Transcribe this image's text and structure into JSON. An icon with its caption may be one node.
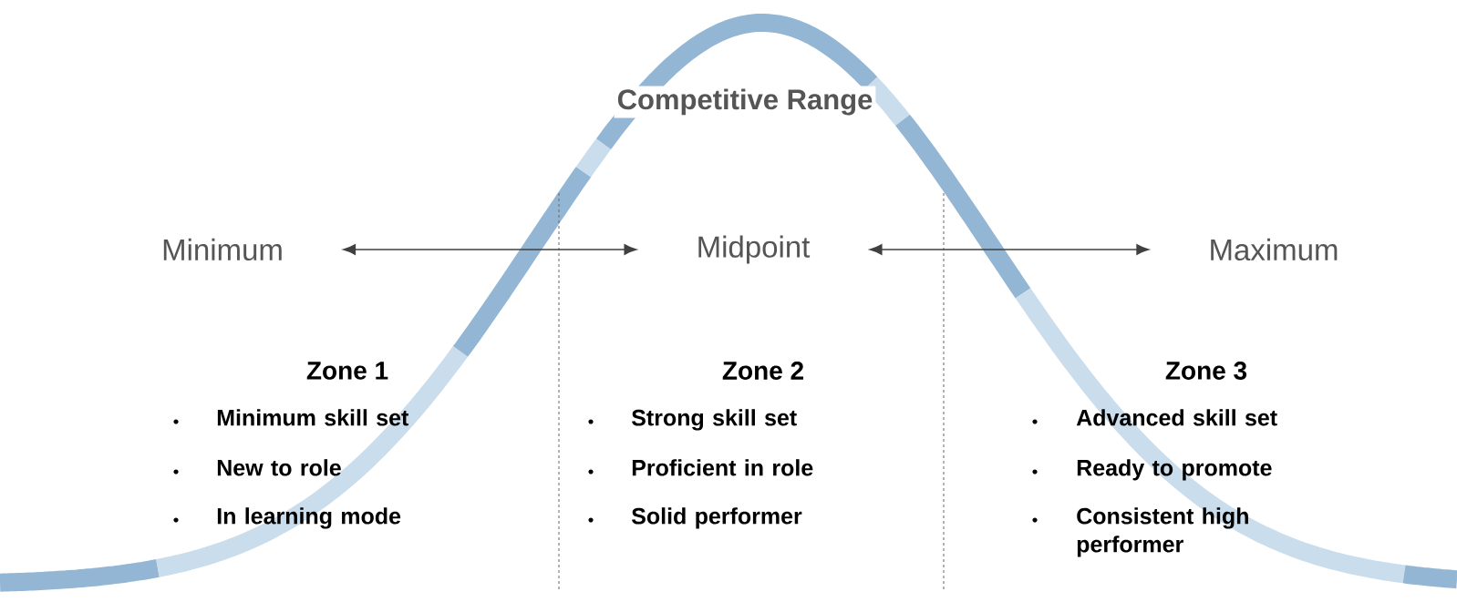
{
  "diagram": {
    "title": "Competitive Range",
    "nodes": [
      {
        "text": [
          "Minimum"
        ]
      },
      {
        "text": [
          "Midpoint"
        ]
      },
      {
        "text": [
          "Maximum"
        ]
      }
    ],
    "edges": [
      {
        "from": 0,
        "to": 1,
        "arrow": "both"
      },
      {
        "from": 1,
        "to": 2,
        "arrow": "both"
      }
    ],
    "labels": [
      "Zone 1",
      "Minimum skill set",
      "New to role",
      "In learning mode",
      "Zone 2",
      "Strong skill set",
      "Proficient in role",
      "Solid performer",
      "Zone 3",
      "Advanced skill set",
      "Ready to promote",
      "Consistent high performer"
    ]
  }
}
